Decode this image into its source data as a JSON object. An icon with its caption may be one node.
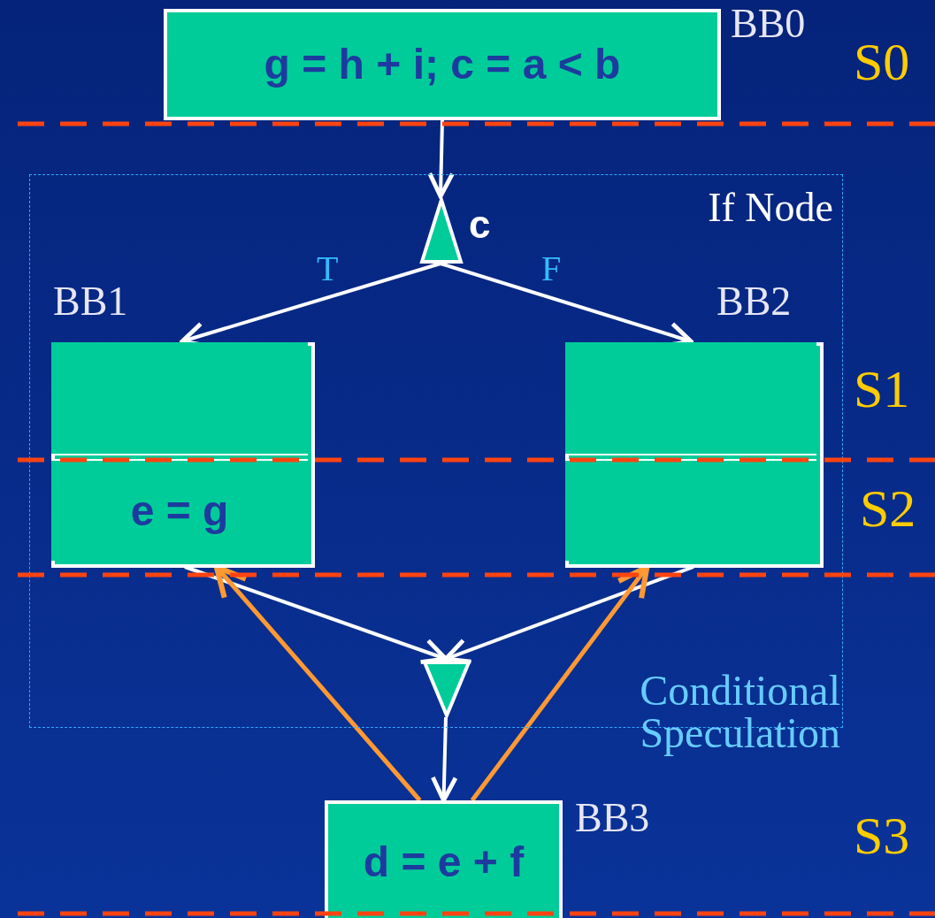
{
  "diagram": {
    "nodes": [
      {
        "text": [
          "g = h + i; c = a < b"
        ],
        "beside": [
          "BB0"
        ]
      },
      {
        "text": [
          "If Node"
        ]
      },
      {
        "text": [],
        "shape": "triangle",
        "beside": [
          "c"
        ],
        "in": 1
      },
      {
        "text": [],
        "shape": "box",
        "beside": [
          "BB1"
        ],
        "in": 1
      },
      {
        "text": [],
        "shape": "box",
        "in": 3
      },
      {
        "text": [
          "e = g"
        ],
        "in": 3
      },
      {
        "text": [],
        "shape": "box",
        "beside": [
          "BB2"
        ],
        "in": 1
      },
      {
        "text": [],
        "shape": "box",
        "in": 6
      },
      {
        "text": [],
        "shape": "box",
        "in": 6
      },
      {
        "text": [],
        "shape": "triangle",
        "in": 1
      },
      {
        "text": [
          "d = e + f"
        ],
        "beside": [
          "BB3"
        ]
      }
    ],
    "edges": [
      {
        "from": 0,
        "to": 2,
        "arrow": "to"
      },
      {
        "from": 2,
        "to": 3,
        "arrow": "to",
        "label": "T"
      },
      {
        "from": 2,
        "to": 6,
        "arrow": "to",
        "label": "F"
      },
      {
        "from": 3,
        "to": 9,
        "arrow": "to"
      },
      {
        "from": 6,
        "to": 9,
        "arrow": "to"
      },
      {
        "from": 9,
        "to": 10,
        "arrow": "to"
      },
      {
        "from": 10,
        "to": 5,
        "arrow": "to",
        "color": "#ff9933"
      },
      {
        "from": 10,
        "to": 8,
        "arrow": "to",
        "color": "#ff9933"
      }
    ],
    "labels": [
      "S0",
      "S1",
      "S2",
      "Conditional Speculation",
      "S3"
    ]
  }
}
